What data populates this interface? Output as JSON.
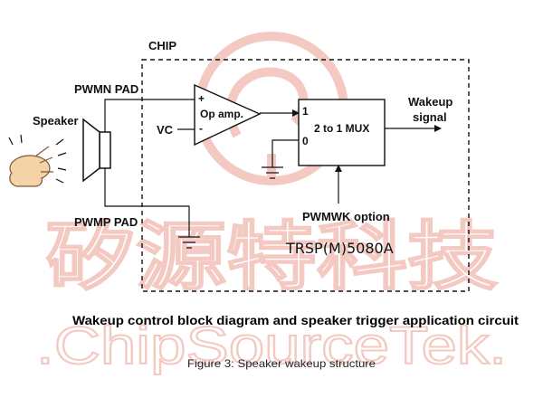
{
  "watermark": {
    "chinese": "矽源特科技",
    "english": ".ChipSourceTek."
  },
  "diagram": {
    "chip_label": "CHIP",
    "pwmn_pad": "PWMN PAD",
    "pwmp_pad": "PWMP PAD",
    "speaker": "Speaker",
    "vc": "VC",
    "opamp": "Op amp.",
    "opamp_plus": "+",
    "opamp_minus": "-",
    "mux": "2 to 1 MUX",
    "mux_in1": "1",
    "mux_in0": "0",
    "wakeup_line1": "Wakeup",
    "wakeup_line2": "signal",
    "pwmwk": "PWMWK option",
    "part_number": "TRSP(M)5080A"
  },
  "caption": "Wakeup control block diagram and speaker trigger application circuit",
  "figure_caption": "Figure 3: Speaker wakeup structure",
  "colors": {
    "watermark": "#f3c9c2",
    "ink": "#111111",
    "skin": "#f5d3a6"
  }
}
